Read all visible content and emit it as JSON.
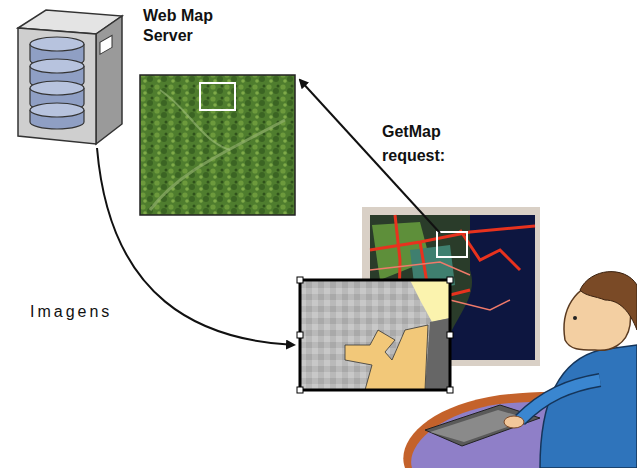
{
  "diagram": {
    "nodes": [
      {
        "text": [
          "Web Map Server"
        ]
      }
    ],
    "labels": [
      "GetMap request:",
      "Imagens"
    ]
  }
}
